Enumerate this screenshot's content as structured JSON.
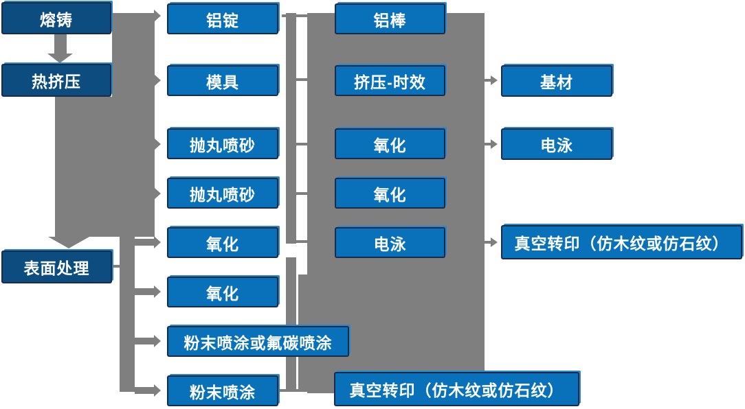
{
  "diagram": {
    "kind": "process-flowchart",
    "colors": {
      "node_fill": "#0971ba",
      "node_fill_dark": "#0d4c7e",
      "node_border": "#1a2b4a",
      "node_text": "#ffffff",
      "connector": "#7f7f7f"
    },
    "nodes": {
      "col1": [
        "熔铸",
        "热挤压",
        "表面处理"
      ],
      "col2": [
        "铝锭",
        "模具",
        "抛丸喷砂",
        "抛丸喷砂",
        "氧化",
        "氧化",
        "粉末喷涂或氟碳喷涂",
        "粉末喷涂"
      ],
      "col3": [
        "铝棒",
        "挤压-时效",
        "氧化",
        "氧化",
        "电泳"
      ],
      "col3_bottom": "真空转印（仿木纹或仿石纹）",
      "col4": [
        "基材",
        "电泳",
        "真空转印（仿木纹或仿石纹）"
      ]
    }
  }
}
